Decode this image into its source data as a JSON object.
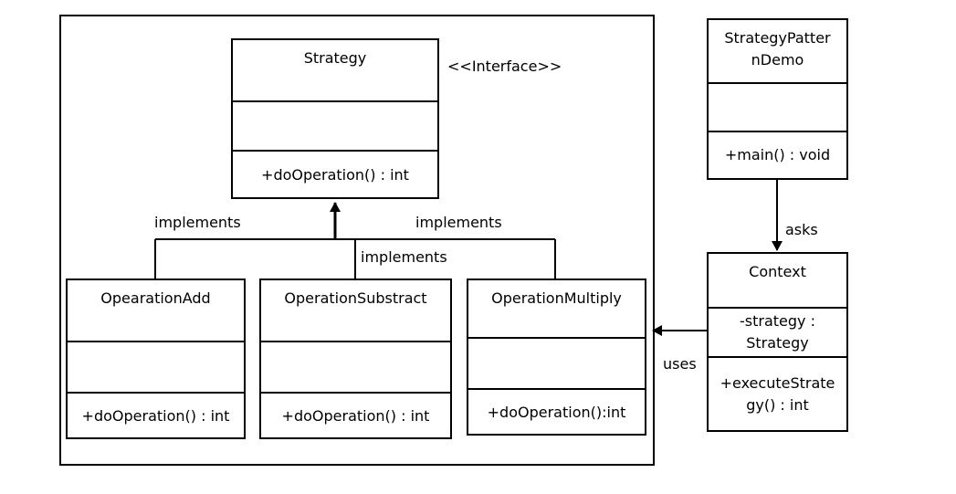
{
  "package": {
    "stereotype": "<<Interface>>"
  },
  "classes": {
    "strategy": {
      "name": "Strategy",
      "attributes": "",
      "methods": "+doOperation()  : int"
    },
    "add": {
      "name": "OpearationAdd",
      "attributes": "",
      "methods": "+doOperation()  : int"
    },
    "subtract": {
      "name": "OperationSubstract",
      "attributes": "",
      "methods": "+doOperation()  : int"
    },
    "multiply": {
      "name": "OperationMultiply",
      "attributes": "",
      "methods": "+doOperation():int"
    },
    "demo": {
      "name_line1": "StrategyPatter",
      "name_line2": "nDemo",
      "attributes": "",
      "methods": "+main() : void"
    },
    "context": {
      "name": "Context",
      "attr_line1": "-strategy :",
      "attr_line2": "Strategy",
      "method_line1": "+executeStrate",
      "method_line2": "gy() : int"
    }
  },
  "relations": {
    "implements_left": "implements",
    "implements_middle": "implements",
    "implements_right": "implements",
    "asks": "asks",
    "uses": "uses"
  }
}
